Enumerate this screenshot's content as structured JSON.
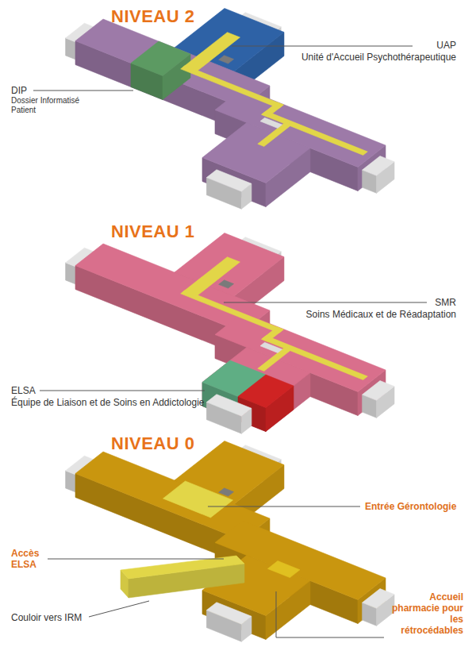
{
  "diagram": {
    "labels": [
      "NIVEAU 2",
      "UAP",
      "Unité d'Accueil Psychothérapeutique",
      "DIP",
      "Dossier Informatisé Patient",
      "NIVEAU 1",
      "SMR",
      "Soins Médicaux et de Réadaptation",
      "ELSA",
      "Équipe de Liaison et de Soins en Addictologie",
      "NIVEAU 0",
      "Entrée Gérontologie",
      "Accès ELSA",
      "Couloir vers IRM",
      "Accueil pharmacie pour les rétrocédables"
    ]
  }
}
